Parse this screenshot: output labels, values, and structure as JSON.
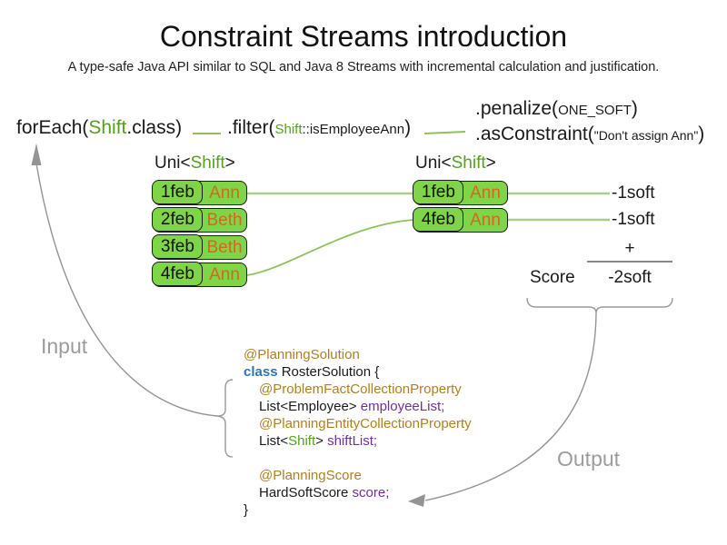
{
  "title": "Constraint Streams introduction",
  "subtitle": "A type-safe Java API similar to SQL and Java 8 Streams with incremental calculation and justification.",
  "colors": {
    "type_green": "#55a021",
    "box_fill": "#80d447",
    "box_border": "#1c1c1c",
    "employee_orange": "#d2691e",
    "connector_green": "#a9cd8a",
    "dash_green": "#8fc05a",
    "annotation_brown": "#b08020",
    "keyword_blue": "#2e74b5",
    "field_purple": "#7030a0",
    "flow_gray": "#969696"
  },
  "pipeline": {
    "foreach": {
      "pre": "forEach(",
      "type": "Shift",
      "post": ".class)"
    },
    "filter": {
      "pre": ".filter(",
      "type": "Shift",
      "arg": "::isEmployeeAnn",
      "post": ")"
    },
    "penalize": {
      "pre": ".penalize(",
      "arg": "ONE_SOFT",
      "post": ")"
    },
    "as_constraint": {
      "pre": ".asConstraint(",
      "arg": "\"Don't assign Ann\"",
      "post": ")"
    }
  },
  "streams": {
    "left": {
      "label_pre": "Uni<",
      "type": "Shift",
      "label_post": ">",
      "rows": [
        {
          "date": "1feb",
          "name": "Ann"
        },
        {
          "date": "2feb",
          "name": "Beth"
        },
        {
          "date": "3feb",
          "name": "Beth"
        },
        {
          "date": "4feb",
          "name": "Ann"
        }
      ]
    },
    "right": {
      "label_pre": "Uni<",
      "type": "Shift",
      "label_post": ">",
      "rows": [
        {
          "date": "1feb",
          "name": "Ann"
        },
        {
          "date": "4feb",
          "name": "Ann"
        }
      ]
    }
  },
  "penalties": [
    "-1soft",
    "-1soft"
  ],
  "score": {
    "plus": "+",
    "label": "Score",
    "value": "-2soft"
  },
  "flow": {
    "input_label": "Input",
    "output_label": "Output"
  },
  "code": {
    "lines": [
      {
        "segs": [
          {
            "t": "@PlanningSolution"
          }
        ]
      },
      {
        "segs": [
          {
            "t": "class"
          },
          {
            "t": " RosterSolution {"
          }
        ]
      },
      {
        "segs": [
          {
            "t": "@ProblemFactCollectionProperty"
          }
        ]
      },
      {
        "segs": [
          {
            "t": "List<Employee> "
          },
          {
            "t": "employeeList;"
          }
        ]
      },
      {
        "segs": [
          {
            "t": "@PlanningEntityCollectionProperty"
          }
        ]
      },
      {
        "segs": [
          {
            "t": "List<"
          },
          {
            "t": "Shift"
          },
          {
            "t": "> "
          },
          {
            "t": "shiftList;"
          }
        ]
      },
      {
        "segs": [
          {
            "t": "@PlanningScore"
          }
        ]
      },
      {
        "segs": [
          {
            "t": "HardSoftScore "
          },
          {
            "t": "score;"
          }
        ]
      },
      {
        "segs": [
          {
            "t": "}"
          }
        ]
      }
    ]
  }
}
